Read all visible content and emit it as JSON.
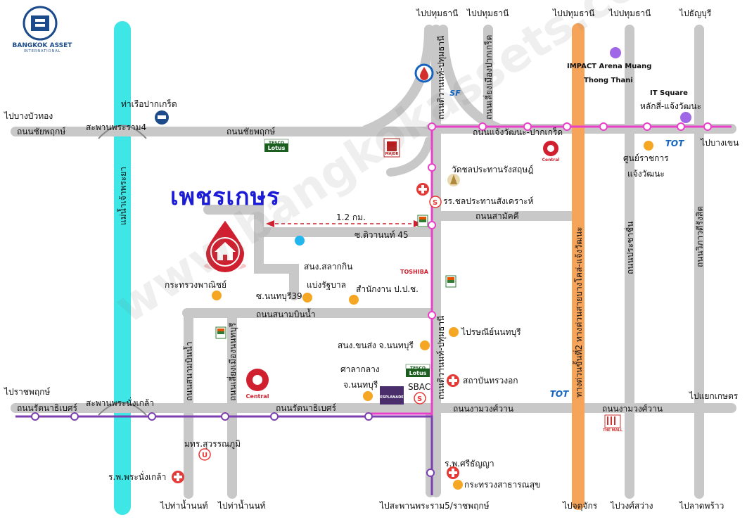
{
  "title": "เพชรเกษร",
  "logo": {
    "name": "BANGKOK ASSET",
    "sub": "INTERNATIONAL"
  },
  "watermark": "www.bangkokassets.com",
  "distance": "1.2 กม.",
  "colors": {
    "river": "#3ee6e6",
    "road": "#c8c8c8",
    "pink_line": "#e93fc9",
    "purple_line": "#7b3fb0",
    "orange_road": "#f6a45a",
    "poi": "#f5a623",
    "hospital": "#e53935",
    "title": "#1c1cd6",
    "marker": "#d01f2e"
  },
  "roads": {
    "chaiyaphruek_1": "ถนนชัยพฤกษ์",
    "chaiyaphruek_2": "ถนนชัยพฤกษ์",
    "chaengwattana": "ถนนแจ้งวัฒนะ-ปากเกร็ด",
    "samakkhi": "ถนนสามัคคี",
    "sanambinnam": "ถนนสนามบินน้ำ",
    "rattanathibet_1": "ถนนรัตนาธิเบศร์",
    "rattanathibet_2": "ถนนรัตนาธิเบศร์",
    "ngamwongwan_1": "ถนนงามวงศ์วาน",
    "ngamwongwan_2": "ถนนงามวงศ์วาน",
    "tiwanon_top": "ถนนติวานนท์-ปทุมธานี",
    "tiwanon_bottom": "ถนนติวานนท์-ปทุมธานี",
    "lieng_mueang_pakkret": "ถนนเลี่ยงเมืองปากเกร็ด",
    "lieng_mueang_nonthaburi": "ถนนเลี่ยงเมืองนนทบุรี",
    "sanambinnam_v": "ถนนสนามบินน้ำ",
    "expressway": "ทางด่วนขั้นที่2 ทางด่วนสายบางโคล่-แจ้งวัฒนะ",
    "prachachuen": "ถนนประชาชื่น",
    "vibhavadi": "ถนนวิภาวดีรังสิต",
    "tiwanon_soi45": "ซ.ติวานนท์ 45",
    "nonthaburi39": "ซ.นนทบุรี39"
  },
  "directions": {
    "pathum_1": "ไปปทุมธานี",
    "pathum_2": "ไปปทุมธานี",
    "pathum_3": "ไปปทุมธานี",
    "pathum_4": "ไปปทุมธานี",
    "rangsit": "ไปธัญบุรี",
    "bang_bua_thong": "ไปบางบัวทอง",
    "bang_khen": "ไปบางเขน",
    "ratchaphruek": "ไปราชพฤกษ์",
    "kaset": "ไปแยกเกษตร",
    "tha_nam_non_1": "ไปท่าน้ำนนท์",
    "tha_nam_non_2": "ไปท่าน้ำนนท์",
    "phra_ram5": "ไปสะพานพระราม5/ราชพฤกษ์",
    "chatuchak": "ไปจตุจักร",
    "wong_sawang": "ไปวงศ์สว่าง",
    "lat_phrao": "ไปลาดพร้าว"
  },
  "places": {
    "river": "แม่น้ำเจ้าพระยา",
    "pier": "ท่าเรือปากเกร็ด",
    "bridge_rama4": "สะพานพระราม4",
    "bridge_nangklao": "สะพานพระนั่งเกล้า",
    "impact": "IMPACT Arena Muang",
    "impact2": "Thong Thani",
    "it_square": "IT Square",
    "it_square2": "หลักสี่-แจ้งวัฒนะ",
    "govt_center": "ศูนย์ราชการ",
    "govt_center2": "แจ้งวัฒนะ",
    "wat": "วัดชลประทานรังสฤษฎ์",
    "school": "รร.ชลประทานสังเคราะห์",
    "dlt": "สนง.สลากกิน",
    "dlt2": "แบ่งรัฐบาล",
    "ppc": "สำนักงาน ป.ป.ช.",
    "commerce": "กระทรวงพาณิชย์",
    "post": "ไปรษณีย์นนทบุรี",
    "transport": "สนง.ขนส่ง จ.นนทบุรี",
    "court": "ศาลากลาง",
    "court2": "จ.นนทบุรี",
    "hosp_ortho": "สถาบันทรวงอก",
    "sbac": "SBAC",
    "univ": "มทร.สุวรรณภูมิ",
    "hosp_nangklao": "ร.พ.พระนั่งเกล้า",
    "hosp_srithanya": "ร.พ.ศรีธัญญา",
    "health": "กระทรวงสาธารณสุข"
  },
  "brands": {
    "tesco": "TESCO",
    "lotus": "Lotus",
    "central": "Central",
    "toshiba": "TOSHIBA",
    "tot": "TOT",
    "sf": "SF",
    "esplanade": "ESPLANADE",
    "major": "MAJOR",
    "mall": "THE MALL",
    "seven": "7"
  },
  "icons": [
    "house-marker-icon",
    "hospital-cross-icon",
    "poi-dot-icon",
    "seven-eleven-icon",
    "ptt-icon",
    "university-icon",
    "pier-icon",
    "tot-icon",
    "central-icon",
    "lotus-icon",
    "school-icon"
  ]
}
